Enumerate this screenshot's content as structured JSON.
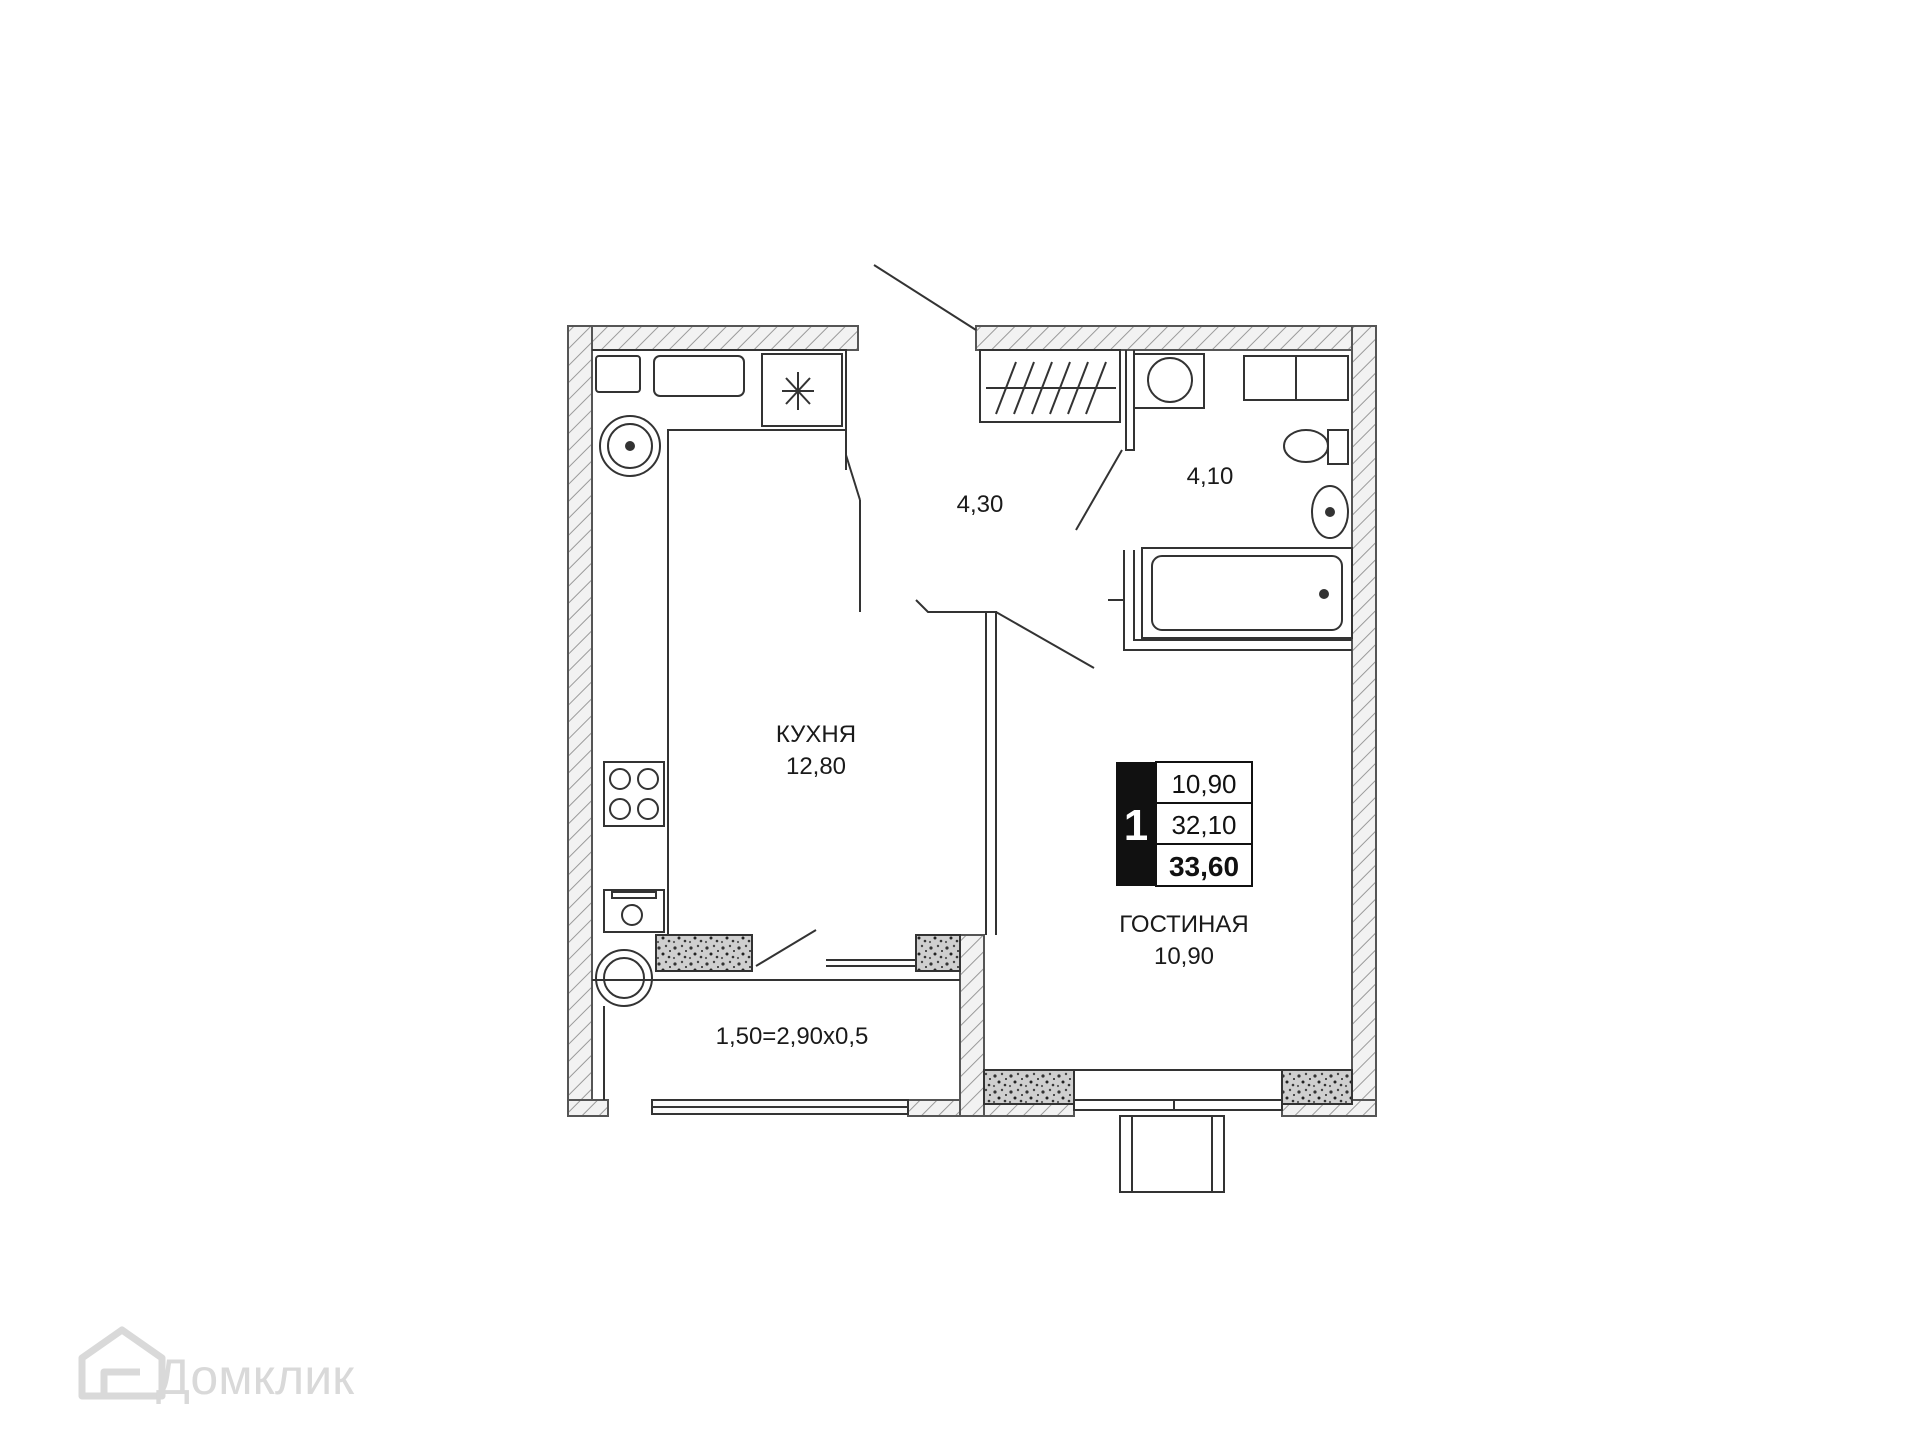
{
  "rooms": {
    "kitchen": {
      "name": "КУХНЯ",
      "area": "12,80"
    },
    "hall": {
      "area": "4,30"
    },
    "bathroom": {
      "area": "4,10"
    },
    "living": {
      "name": "ГОСТИНАЯ",
      "area": "10,90"
    },
    "balcony": {
      "area": "1,50=2,90х0,5"
    }
  },
  "area_summary": {
    "rooms_count": "1",
    "living_area": "10,90",
    "total_area_without_balcony": "32,10",
    "total_area": "33,60"
  },
  "watermark": {
    "brand": "Домклик",
    "icon": "house-logo-icon"
  },
  "colors": {
    "wall": "#8c8c8c",
    "hatch": "#e6e6e6",
    "ink": "#1a1a1a",
    "badge": "#111111"
  }
}
